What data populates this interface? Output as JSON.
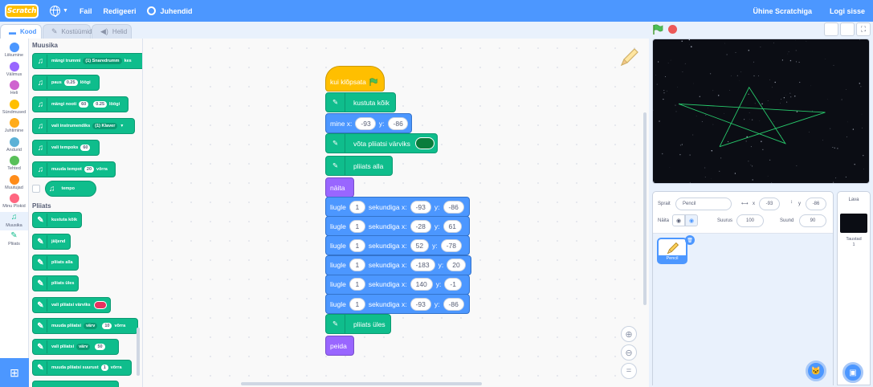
{
  "menubar": {
    "logo": "Scratch",
    "file": "Fail",
    "edit": "Redigeeri",
    "tutorials": "Juhendid",
    "join": "Ühine Scratchiga",
    "signin": "Logi sisse"
  },
  "tabs": {
    "code": "Kood",
    "costumes": "Kostüümid",
    "sounds": "Helid"
  },
  "categories": [
    {
      "label": "Liikumine",
      "color": "#4c97ff"
    },
    {
      "label": "Välimus",
      "color": "#9966ff"
    },
    {
      "label": "Heli",
      "color": "#cf63cf"
    },
    {
      "label": "Sündmused",
      "color": "#ffbf00"
    },
    {
      "label": "Juhtimine",
      "color": "#ffab19"
    },
    {
      "label": "Andurid",
      "color": "#5cb1d6"
    },
    {
      "label": "Tehted",
      "color": "#59c059"
    },
    {
      "label": "Muutujad",
      "color": "#ff8c1a"
    },
    {
      "label": "Minu Plokid",
      "color": "#ff6680"
    },
    {
      "label": "Muusika",
      "color": "#0fbd8c"
    },
    {
      "label": "Pliiats",
      "color": "#0fbd8c"
    }
  ],
  "palette": {
    "music_title": "Muusika",
    "pen_title": "Pliiats",
    "music": {
      "play_drum": "mängi trummi",
      "drum_value": "(1) Snaredrumm",
      "play_drum_tail": "kes",
      "rest": "paus",
      "rest_val": "0.25",
      "beats": "löögi",
      "play_note": "mängi nooti",
      "note_val": "60",
      "note_beats": "0.25",
      "set_instrument": "vali instrumendiks",
      "instrument_val": "(1) Klaver",
      "set_tempo": "vali tempoks",
      "tempo_val": "60",
      "change_tempo": "muuda tempot",
      "change_val": "20",
      "change_tail": "võrra",
      "tempo": "tempo"
    },
    "pen": {
      "erase_all": "kustuta kõik",
      "stamp": "jäljend",
      "pen_down": "pliiats alla",
      "pen_up": "pliiats üles",
      "set_color": "vali pliiatsi värviks",
      "change_param": "muuda pliiatsi",
      "change_param_dd": "värv",
      "change_param_val": "10",
      "change_param_tail": "võrra",
      "set_param": "vali pliiatsi",
      "set_param_dd": "värv",
      "set_param_val": "50",
      "change_size": "muuda pliiatsi suurust",
      "change_size_val": "1",
      "change_size_tail": "võrra"
    }
  },
  "script": {
    "hat": "kui klõpsata",
    "erase_all": "kustuta kõik",
    "goto_label": "mine x:",
    "goto_x": "-93",
    "y_label": "y:",
    "goto_y": "-86",
    "set_color": "võta pliiatsi värviks",
    "pen_down": "pliiats alla",
    "show": "näita",
    "glide_prefix": "liugle",
    "glide_mid": "sekundiga x:",
    "glides": [
      {
        "secs": "1",
        "x": "-93",
        "y": "-86"
      },
      {
        "secs": "1",
        "x": "-28",
        "y": "61"
      },
      {
        "secs": "1",
        "x": "52",
        "y": "-78"
      },
      {
        "secs": "1",
        "x": "-183",
        "y": "20"
      },
      {
        "secs": "1",
        "x": "140",
        "y": "-1"
      },
      {
        "secs": "1",
        "x": "-93",
        "y": "-86"
      }
    ],
    "pen_up": "pliiats üles",
    "hide": "peida"
  },
  "sprite_info": {
    "sprite_label": "Sprait",
    "sprite_name": "Pencil",
    "x_label": "x",
    "x_val": "-93",
    "y_label": "y",
    "y_val": "-86",
    "show_label": "Näita",
    "size_label": "Suurus",
    "size_val": "100",
    "direction_label": "Suund",
    "direction_val": "90"
  },
  "sprites": [
    {
      "name": "Pencil"
    }
  ],
  "stage_selector": {
    "title": "Lava",
    "backdrops_label": "Taustad",
    "backdrops_count": "1"
  },
  "colors": {
    "pen_color": "#0a7d3c",
    "palette_pen_color": "#e6325f"
  }
}
